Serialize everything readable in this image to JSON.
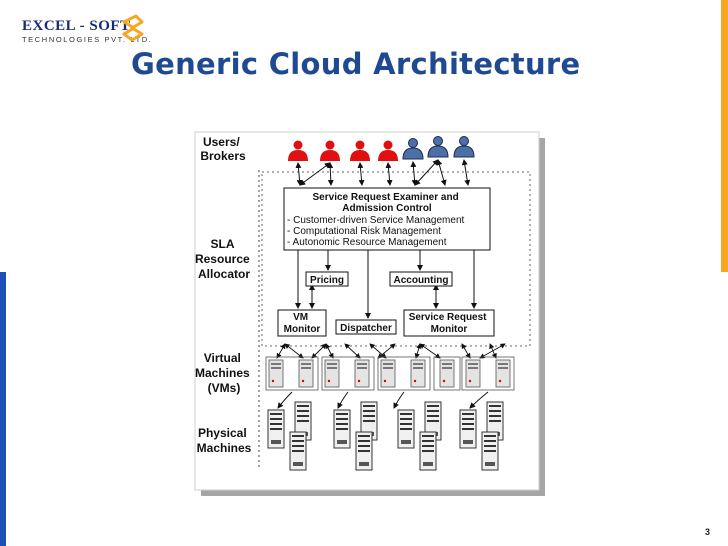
{
  "slide": {
    "title": "Generic Cloud Architecture",
    "page_number": "3"
  },
  "logo": {
    "name": "EXCEL - SOFT",
    "subtitle": "TECHNOLOGIES PVT. LTD."
  },
  "colors": {
    "title": "#1f4a92",
    "accent_orange": "#f5a623",
    "accent_blue": "#1e4fb4",
    "user_red": "#e01010",
    "user_blue": "#4d6fa8"
  },
  "diagram": {
    "layers": {
      "users": [
        "Users/",
        "Brokers"
      ],
      "sla": [
        "SLA",
        "Resource",
        "Allocator"
      ],
      "vms": [
        "Virtual",
        "Machines",
        "(VMs)"
      ],
      "physical": [
        "Physical",
        "Machines"
      ]
    },
    "examiner": {
      "title": [
        "Service Request Examiner and",
        "Admission Control"
      ],
      "items": [
        "- Customer-driven Service Management",
        "- Computational Risk Management",
        "- Autonomic Resource Management"
      ]
    },
    "pricing": "Pricing",
    "accounting": "Accounting",
    "vm_monitor": [
      "VM",
      "Monitor"
    ],
    "dispatcher": "Dispatcher",
    "service_request_monitor": [
      "Service Request",
      "Monitor"
    ]
  }
}
